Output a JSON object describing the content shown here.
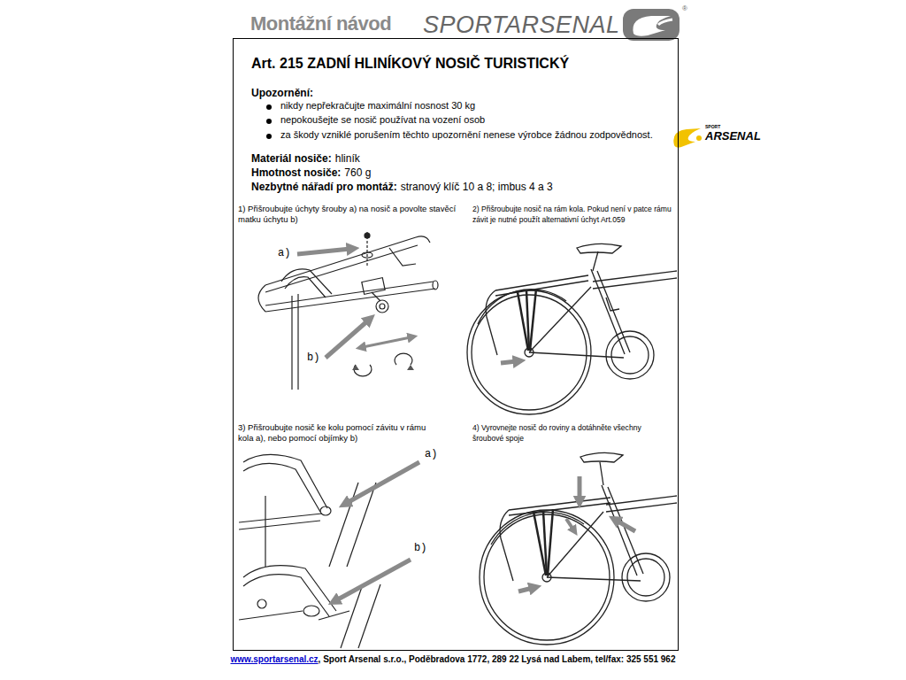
{
  "diagram": {
    "title": "Montážní návod",
    "nodes": [
      {
        "text": [
          "Art. 215 ZADNÍ HLINÍKOVÝ NOSIČ TURISTICKÝ",
          "Upozornění:",
          "nikdy nepřekračujte maximální nosnost 30 kg",
          "nepokoušejte se nosič používat na vození osob",
          "za škody vzniklé porušením těchto upozornění nenese výrobce žádnou zodpovědnost.",
          "Materiál nosiče:",
          "hliník",
          "Hmotnost nosiče:",
          "760 g",
          "Nezbytné nářadí pro montáž:",
          "stranový klíč 10 a 8; imbus 4 a 3",
          "1) Přišroubujte úchyty šrouby a) na nosič a povolte stavěcí matku úchytu b)",
          "2) Přišroubujte nosič na rám kola. Pokud není v patce rámu závit je nutné použít alternativní úchyt Art.059",
          "3) Přišroubujte nosič ke kolu pomocí závitu v rámu kola a), nebo pomocí objímky b)",
          "4) Vyrovnejte nosič do roviny a dotáhněte všechny šroubové spoje"
        ]
      }
    ],
    "labels": [
      "SPORTARSENAL",
      "®",
      "SPORT",
      "ARSENAL",
      "a)",
      "b)",
      "a)",
      "b)",
      "www.sportarsenal.cz",
      ", Sport Arsenal s.r.o., Poděbradova 1772, 289 22 Lysá nad Labem, tel/fax: 325 551 962"
    ]
  }
}
